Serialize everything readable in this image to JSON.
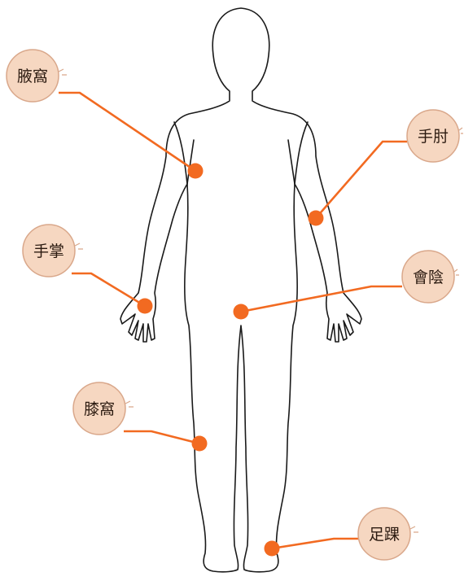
{
  "colors": {
    "accent": "#f26a21",
    "badge_fill": "#f6d7c1",
    "badge_stroke": "#d9a78a",
    "outline": "#1a1a1a"
  },
  "labels": {
    "armpit": "腋窩",
    "palm": "手掌",
    "back_of_knee": "膝窩",
    "elbow": "手肘",
    "perineum": "會陰",
    "ankle": "足踝"
  }
}
